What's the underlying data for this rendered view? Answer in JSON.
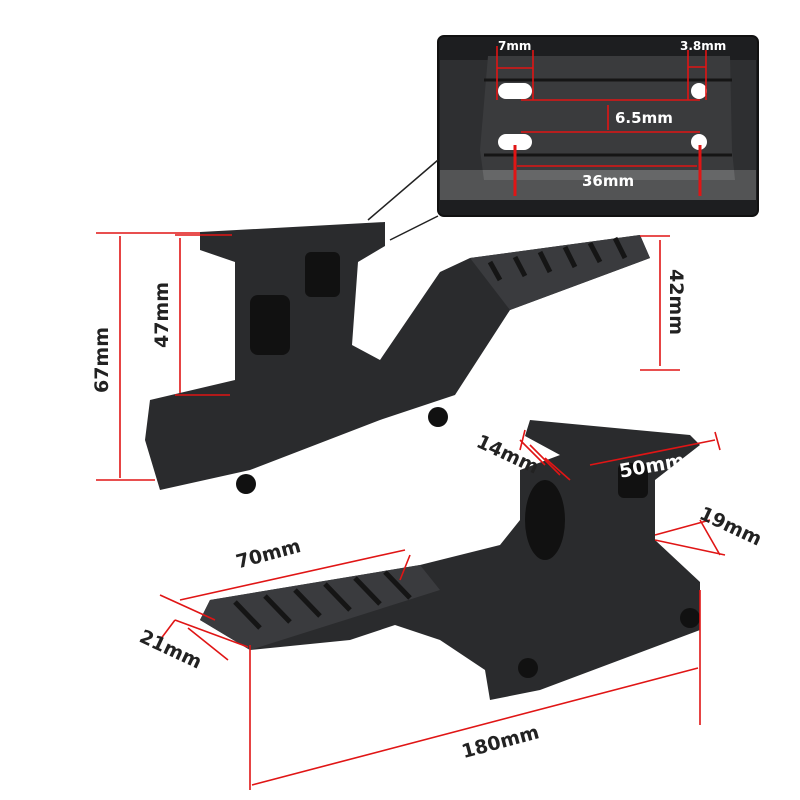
{
  "product_dimensions": {
    "inset": {
      "slot_width": "7mm",
      "hole_diameter": "3.8mm",
      "row_spacing": "6.5mm",
      "hole_spacing": "36mm"
    },
    "upper_mount": {
      "total_height": "67mm",
      "optic_height": "47mm",
      "rail_height": "42mm"
    },
    "lower_mount": {
      "platform_width": "14mm",
      "platform_length": "50mm",
      "base_width": "19mm",
      "rail_length": "70mm",
      "rail_width": "21mm",
      "total_length": "180mm"
    }
  },
  "colors": {
    "dimension_line": "#e01515",
    "metal": "#2a2b2d"
  }
}
